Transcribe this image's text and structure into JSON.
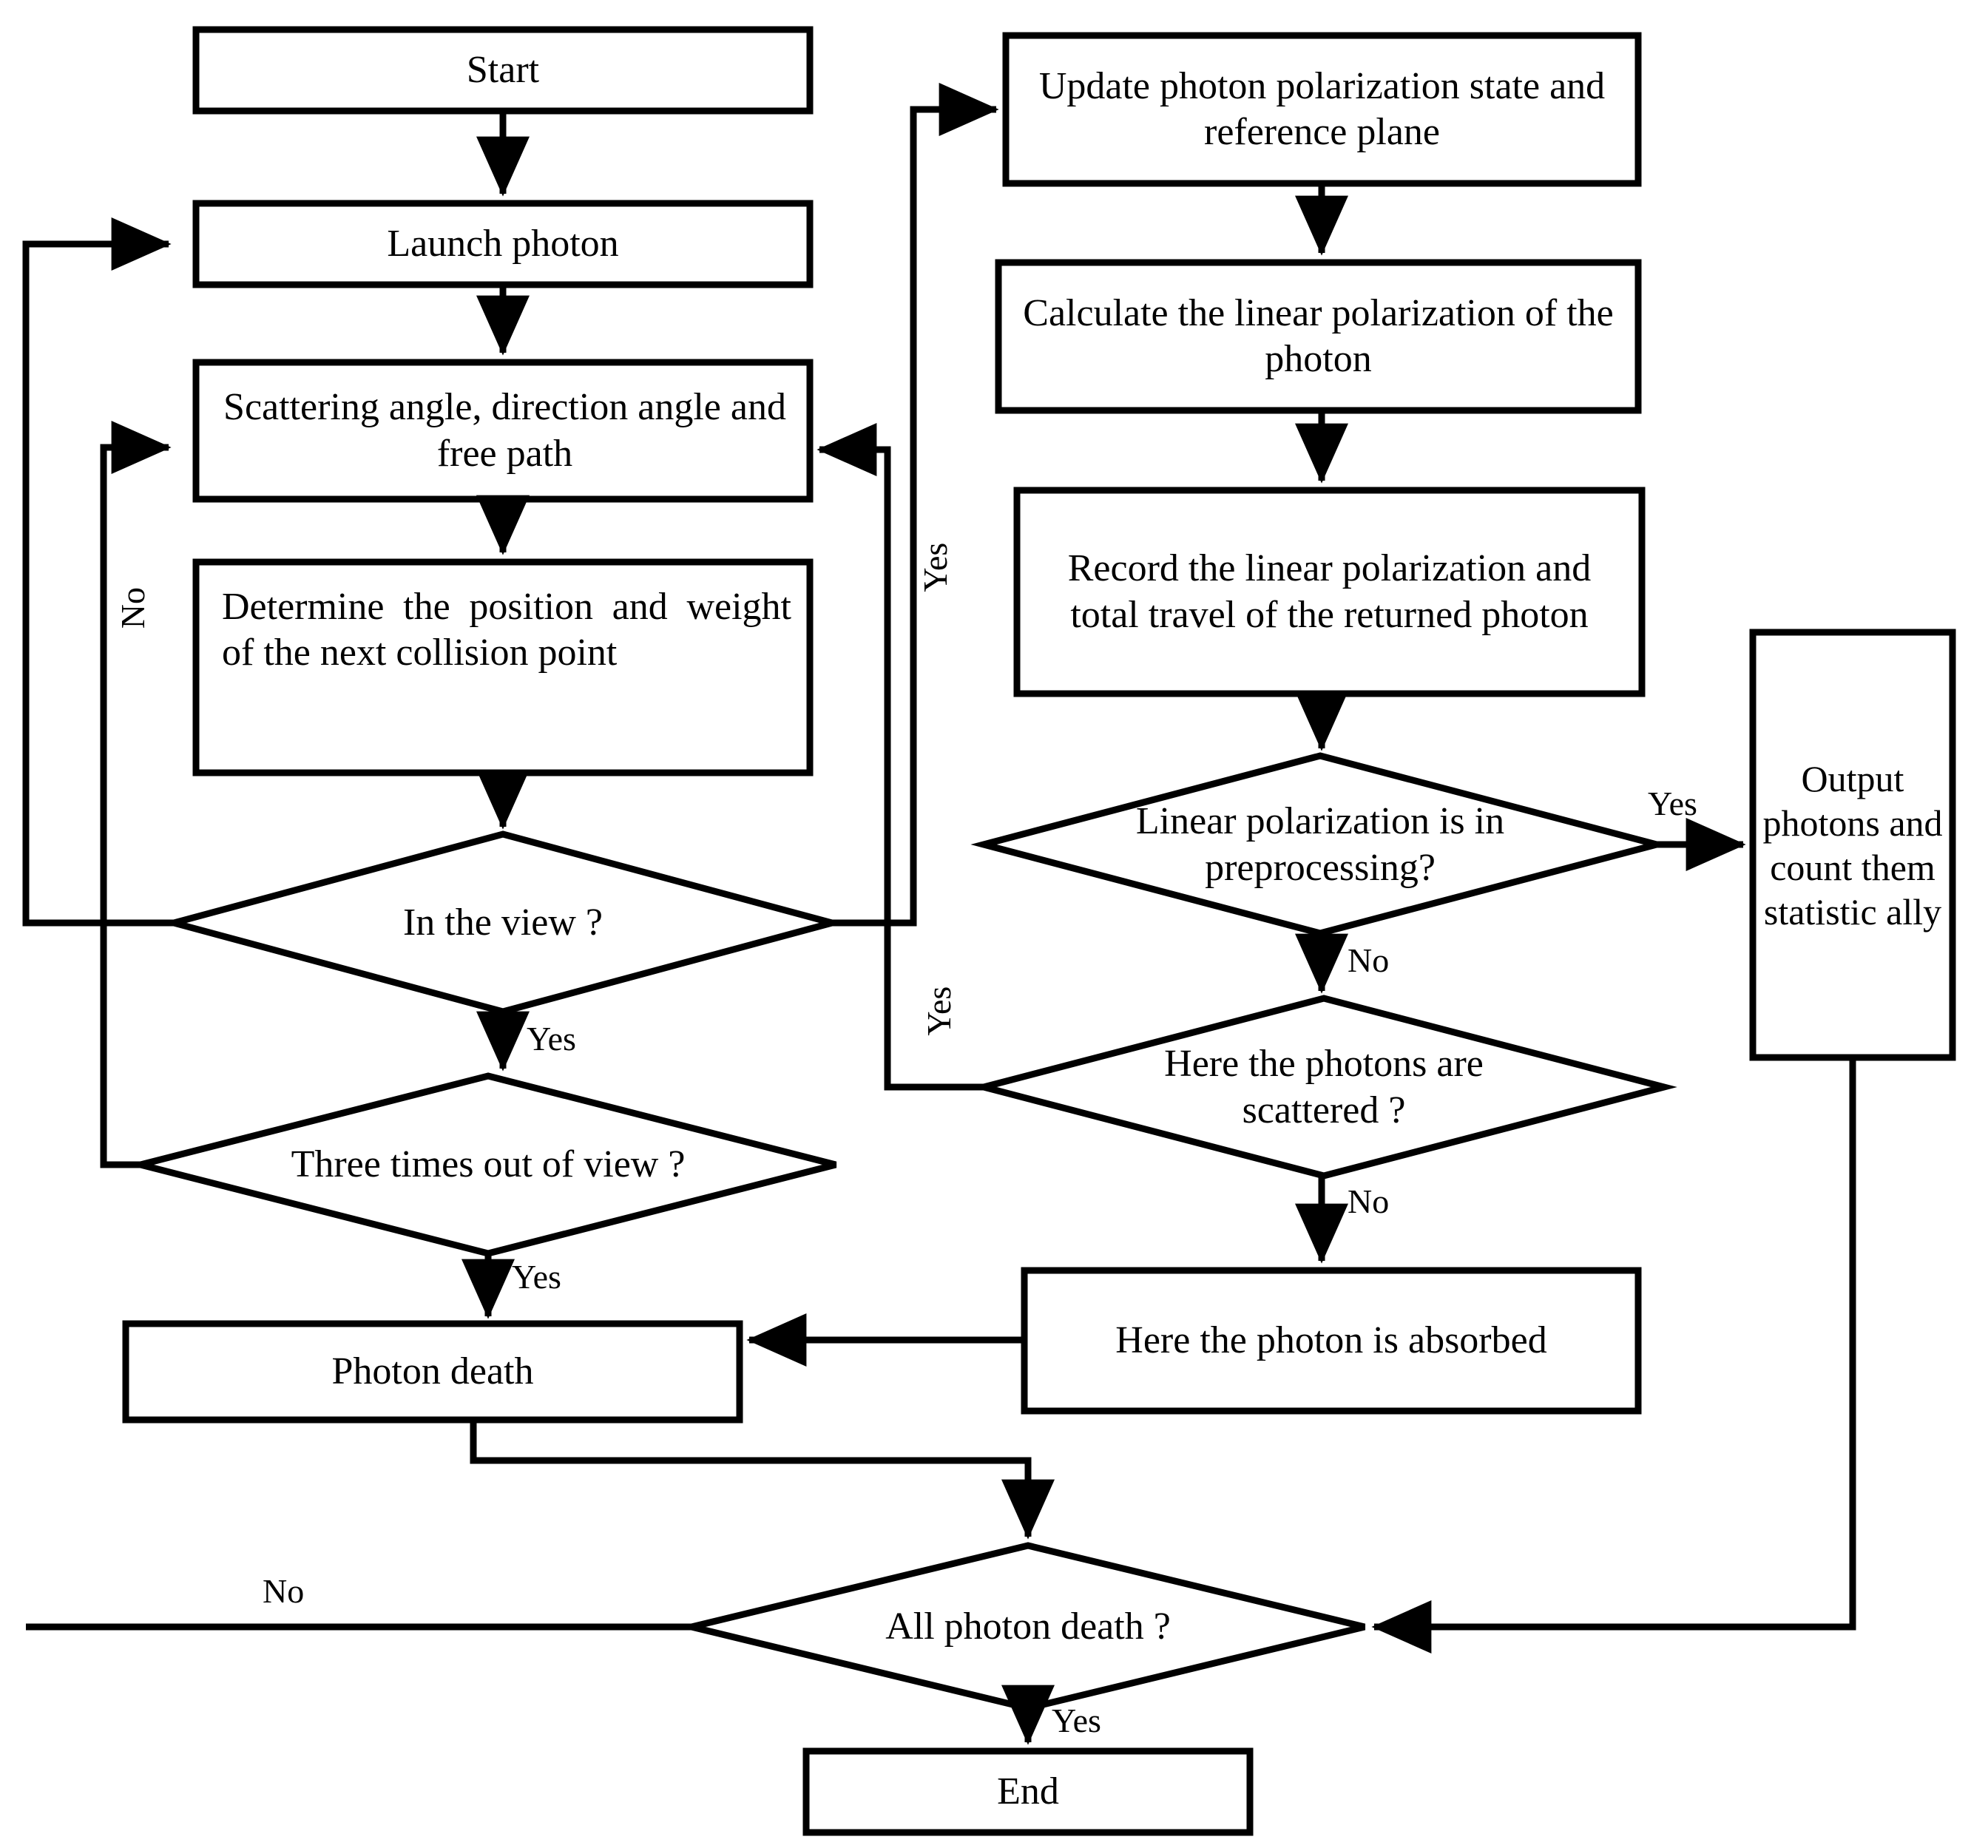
{
  "diagram": {
    "title": "Monte Carlo polarized photon simulation flowchart",
    "stroke_color": "#000000",
    "fill_color": "#ffffff",
    "background": "#ffffff"
  },
  "nodes": [
    {
      "id": "start",
      "shape": "process",
      "label": "Start"
    },
    {
      "id": "launch",
      "shape": "process",
      "label": "Launch photon"
    },
    {
      "id": "scatter",
      "shape": "process",
      "label": "Scattering angle, direction angle and free path"
    },
    {
      "id": "determine",
      "shape": "process",
      "label": "Determine the position and weight of the next collision point"
    },
    {
      "id": "inview",
      "shape": "decision",
      "label": "In the view ?"
    },
    {
      "id": "threetimes",
      "shape": "decision",
      "label": "Three times out of view ?"
    },
    {
      "id": "photondeath",
      "shape": "process",
      "label": "Photon death"
    },
    {
      "id": "update",
      "shape": "process",
      "label": "Update photon polarization state and reference plane"
    },
    {
      "id": "calculate",
      "shape": "process",
      "label": "Calculate the linear polarization of the photon"
    },
    {
      "id": "record",
      "shape": "process",
      "label": "Record the linear polarization and total travel of the returned photon"
    },
    {
      "id": "preproc",
      "shape": "decision",
      "label": "Linear polarization is in preprocessing?"
    },
    {
      "id": "scattered",
      "shape": "decision",
      "label": "Here the photons are scattered ?"
    },
    {
      "id": "absorbed",
      "shape": "process",
      "label": "Here the photon is absorbed"
    },
    {
      "id": "output",
      "shape": "process",
      "label": "Output photons and count them statistic ally"
    },
    {
      "id": "alldeath",
      "shape": "decision",
      "label": "All photon death ?"
    },
    {
      "id": "end",
      "shape": "process",
      "label": "End"
    }
  ],
  "edge_labels": {
    "inview_no": "No",
    "inview_yes": "Yes",
    "threetimes_yes": "Yes",
    "scatter_return_yes": "Yes",
    "scattered_yes": "Yes",
    "preproc_yes": "Yes",
    "preproc_no": "No",
    "scattered_no": "No",
    "alldeath_no": "No",
    "alldeath_yes": "Yes"
  },
  "edges": [
    {
      "from": "start",
      "to": "launch",
      "label": ""
    },
    {
      "from": "launch",
      "to": "scatter",
      "label": ""
    },
    {
      "from": "scatter",
      "to": "determine",
      "label": ""
    },
    {
      "from": "determine",
      "to": "inview",
      "label": ""
    },
    {
      "from": "inview",
      "to": "threetimes",
      "label": "Yes"
    },
    {
      "from": "inview",
      "to": "update",
      "label": "Yes"
    },
    {
      "from": "inview",
      "to": "launch",
      "label": "No"
    },
    {
      "from": "threetimes",
      "to": "photondeath",
      "label": "Yes"
    },
    {
      "from": "threetimes",
      "to": "scatter",
      "label": "No"
    },
    {
      "from": "update",
      "to": "calculate",
      "label": ""
    },
    {
      "from": "calculate",
      "to": "record",
      "label": ""
    },
    {
      "from": "record",
      "to": "preproc",
      "label": ""
    },
    {
      "from": "preproc",
      "to": "output",
      "label": "Yes"
    },
    {
      "from": "preproc",
      "to": "scattered",
      "label": "No"
    },
    {
      "from": "scattered",
      "to": "scatter",
      "label": "Yes"
    },
    {
      "from": "scattered",
      "to": "absorbed",
      "label": "No"
    },
    {
      "from": "absorbed",
      "to": "photondeath",
      "label": ""
    },
    {
      "from": "photondeath",
      "to": "alldeath",
      "label": ""
    },
    {
      "from": "output",
      "to": "alldeath",
      "label": ""
    },
    {
      "from": "alldeath",
      "to": "launch",
      "label": "No"
    },
    {
      "from": "alldeath",
      "to": "end",
      "label": "Yes"
    }
  ]
}
